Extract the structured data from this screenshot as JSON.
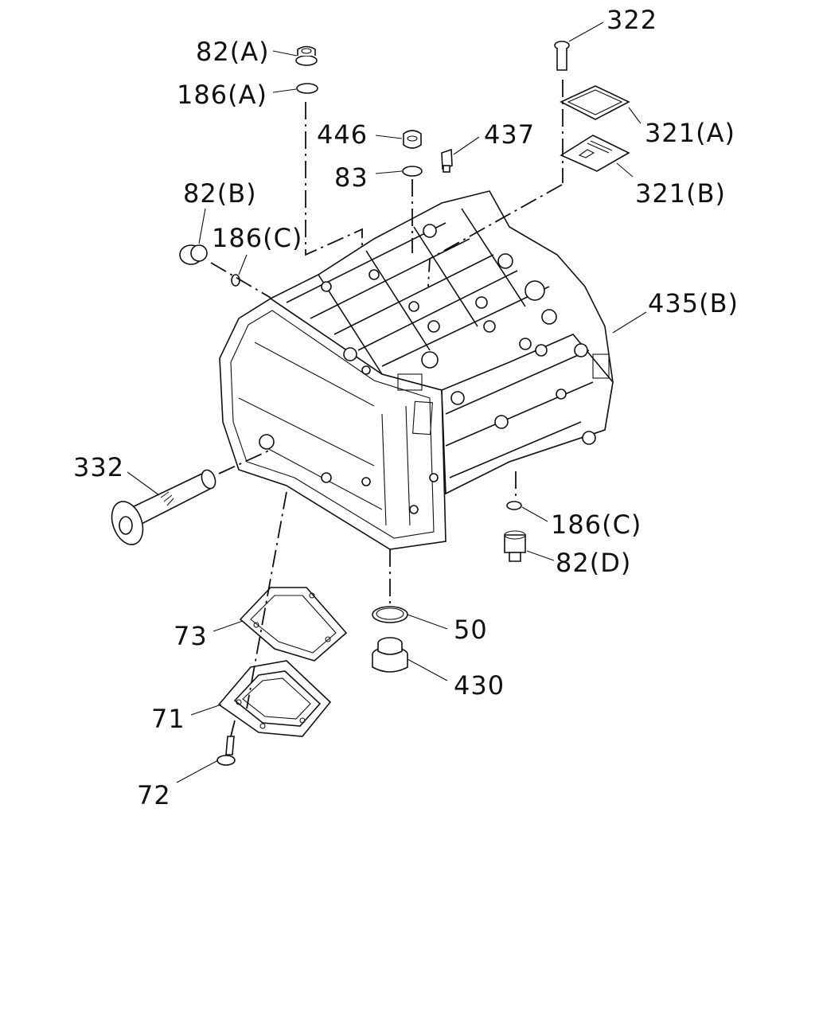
{
  "labels": {
    "p322": "322",
    "p82A": "82(A)",
    "p186A": "186(A)",
    "p446": "446",
    "p437": "437",
    "p83": "83",
    "p321A": "321(A)",
    "p321B": "321(B)",
    "p82B": "82(B)",
    "p186C_top": "186(C)",
    "p435B": "435(B)",
    "p332": "332",
    "p186C_bottom": "186(C)",
    "p82D": "82(D)",
    "p73": "73",
    "p50": "50",
    "p430": "430",
    "p71": "71",
    "p72": "72"
  }
}
